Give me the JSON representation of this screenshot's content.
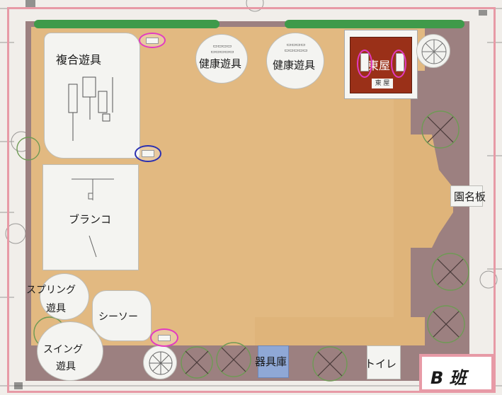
{
  "colors": {
    "paper": "#f1eeea",
    "frame_border": "#e79aa6",
    "plaza": "#e2b981",
    "path": "#9c8080",
    "pink_oval": "#e23ac1",
    "blue_oval": "#2a2fb0",
    "green_bar": "#3f9a4a",
    "azumaya_fill": "#9a3018",
    "storage_fill": "#8fa8d6"
  },
  "labels": {
    "complex_play": "複合遊具",
    "fitness_1": "健康遊具",
    "fitness_2": "健康遊具",
    "azumaya": "東屋",
    "azumaya_tag": "東 屋",
    "swing": "ブランコ",
    "spring_line1": "スプリング",
    "spring_line2": "遊具",
    "seesaw": "シーソー",
    "swing_rider_line1": "スイング",
    "swing_rider_line2": "遊具",
    "storage": "器具庫",
    "toilet": "トイレ",
    "park_sign": "園名板",
    "group": "B 班"
  },
  "icons": {
    "tree": "tree-icon",
    "bench": "bench-icon",
    "drinking_fountain": "fountain-icon"
  }
}
